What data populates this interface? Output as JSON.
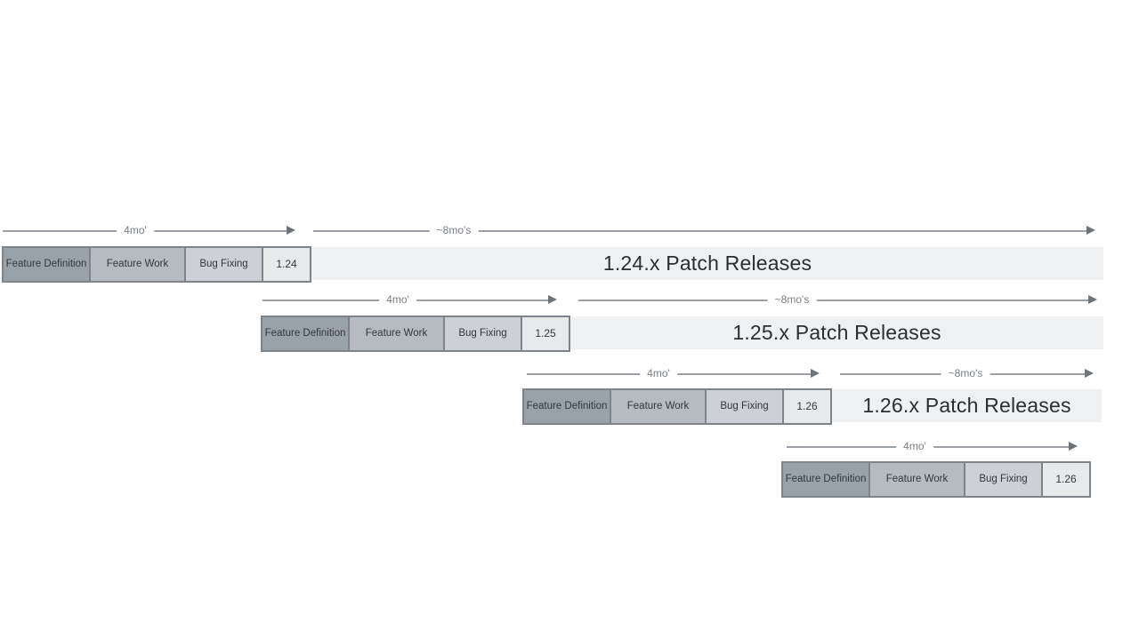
{
  "rows": [
    {
      "version": "1.24",
      "cycle_duration": "4mo'",
      "patch_duration": "~8mo's",
      "patch_title": "1.24.x Patch Releases",
      "phases": [
        "Feature Definition",
        "Feature Work",
        "Bug Fixing"
      ]
    },
    {
      "version": "1.25",
      "cycle_duration": "4mo'",
      "patch_duration": "~8mo's",
      "patch_title": "1.25.x Patch Releases",
      "phases": [
        "Feature Definition",
        "Feature Work",
        "Bug Fixing"
      ]
    },
    {
      "version": "1.26",
      "cycle_duration": "4mo'",
      "patch_duration": "~8mo's",
      "patch_title": "1.26.x Patch Releases",
      "phases": [
        "Feature Definition",
        "Feature Work",
        "Bug Fixing"
      ]
    },
    {
      "version": "1.26",
      "cycle_duration": "4mo'",
      "phases": [
        "Feature Definition",
        "Feature Work",
        "Bug Fixing"
      ]
    }
  ],
  "colors": {
    "feature_definition_fill": "#9aa2a9",
    "feature_work_fill": "#b5bbc1",
    "bug_fixing_fill": "#cdd1d6",
    "version_box_fill": "#e7e9ea",
    "patch_bar_fill": "#eef0f1",
    "box_border": "#7f848a",
    "arrow_line": "#9ba1a7",
    "arrow_label_text": "#7b8086",
    "patch_title_text": "#2b2e32"
  }
}
